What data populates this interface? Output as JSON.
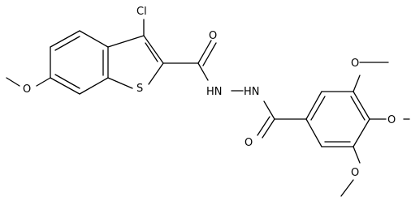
{
  "atoms": {
    "cl": "Cl",
    "s": "S",
    "o_amide1": "O",
    "o_amide2": "O",
    "nh1": "HN",
    "nh2": "HN",
    "o_methoxy_left": "O",
    "o_methoxy_top": "O",
    "o_methoxy_mid": "O",
    "o_methoxy_bottom": "O"
  }
}
